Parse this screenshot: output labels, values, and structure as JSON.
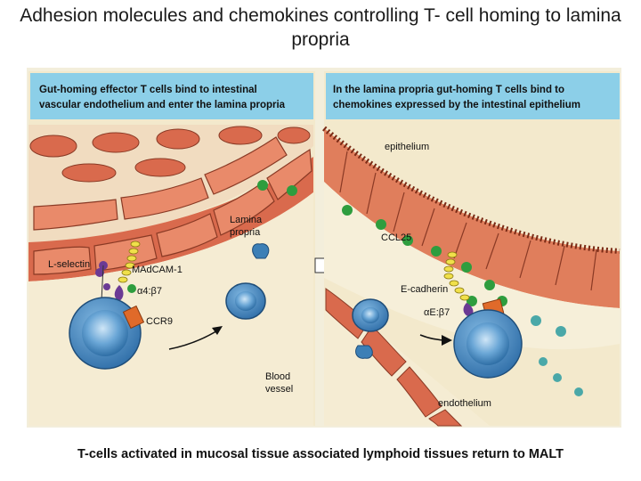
{
  "slide": {
    "title": "Adhesion molecules and chemokines controlling T- cell homing to lamina propria",
    "caption": "T-cells activated in  mucosal tissue associated lymphoid tissues return to MALT"
  },
  "left_panel": {
    "header_line1": "Gut-homing effector T cells bind to intestinal",
    "header_line2": "vascular endothelium and enter the lamina propria",
    "labels": {
      "lamina_propria_1": "Lamina",
      "lamina_propria_2": "propria",
      "l_selectin": "L-selectin",
      "madcam": "MAdCAM-1",
      "integrin": "α4:β7",
      "ccr9": "CCR9",
      "blood_1": "Blood",
      "blood_2": "vessel"
    }
  },
  "right_panel": {
    "header_line1": "In the lamina propria gut-homing T cells bind to",
    "header_line2": "chemokines expressed by the intestinal epithelium",
    "labels": {
      "epithelium": "epithelium",
      "ccl25": "CCL25",
      "e_cadherin": "E-cadherin",
      "integrin": "αE:β7",
      "endothelium": "endothelium"
    }
  },
  "colors": {
    "header_bg": "#8ccfe8",
    "vessel_wall": "#e07e5c",
    "cell_blue": "#3c7fb6",
    "chemokine_green": "#2e9d3e",
    "teal_dot": "#4aa8a8",
    "ccr9_orange": "#e06a2a",
    "purple": "#6b3a94"
  }
}
